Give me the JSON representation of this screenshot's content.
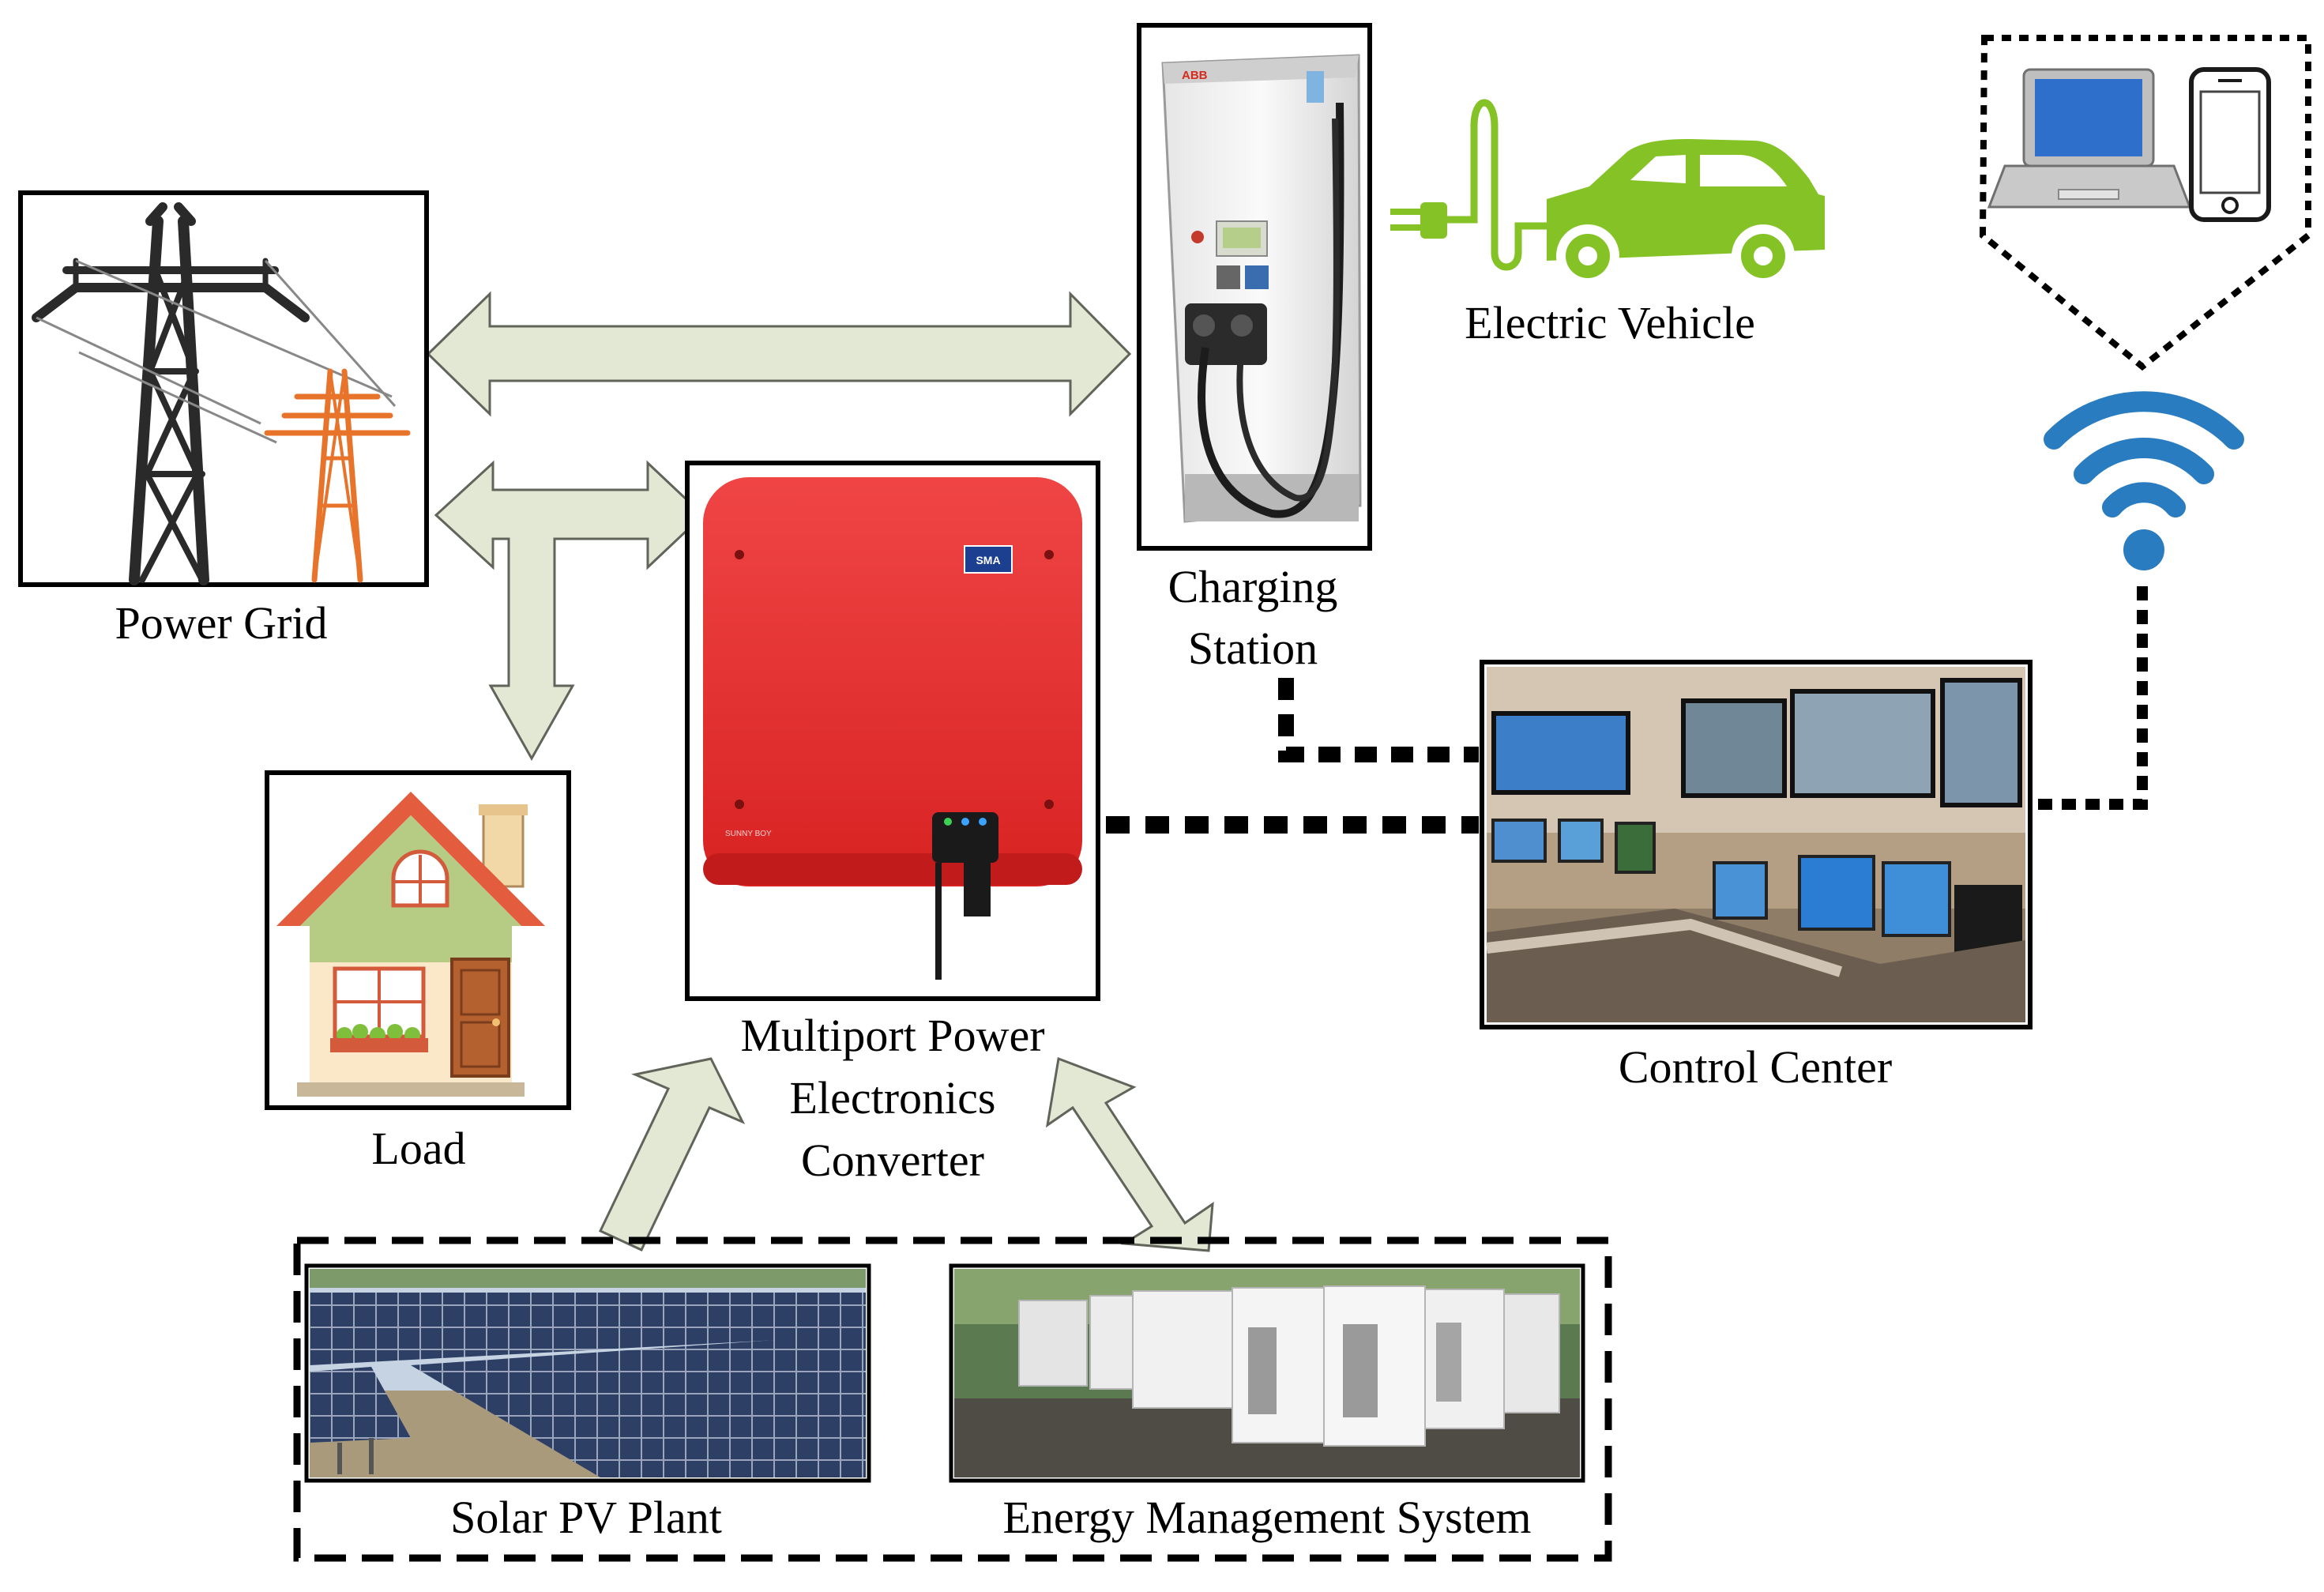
{
  "labels": {
    "power_grid": "Power Grid",
    "charging_station": [
      "Charging",
      "Station"
    ],
    "electric_vehicle": "Electric Vehicle",
    "load": "Load",
    "converter": [
      "Multiport Power",
      "Electronics",
      "Converter"
    ],
    "control_center": "Control Center",
    "solar_pv": "Solar PV Plant",
    "energy_management": "Energy Management System"
  },
  "product_marks": {
    "charger_brand": "ABB",
    "inverter_brand": "SMA",
    "inverter_model": "SUNNY BOY"
  },
  "colors": {
    "arrow_fill": "#e2e8d3",
    "arrow_stroke": "#60645a",
    "ev_green": "#84c225",
    "wifi_blue": "#2a7cc1",
    "inverter_red": "#e8302e",
    "tower_orange": "#e8742c"
  }
}
